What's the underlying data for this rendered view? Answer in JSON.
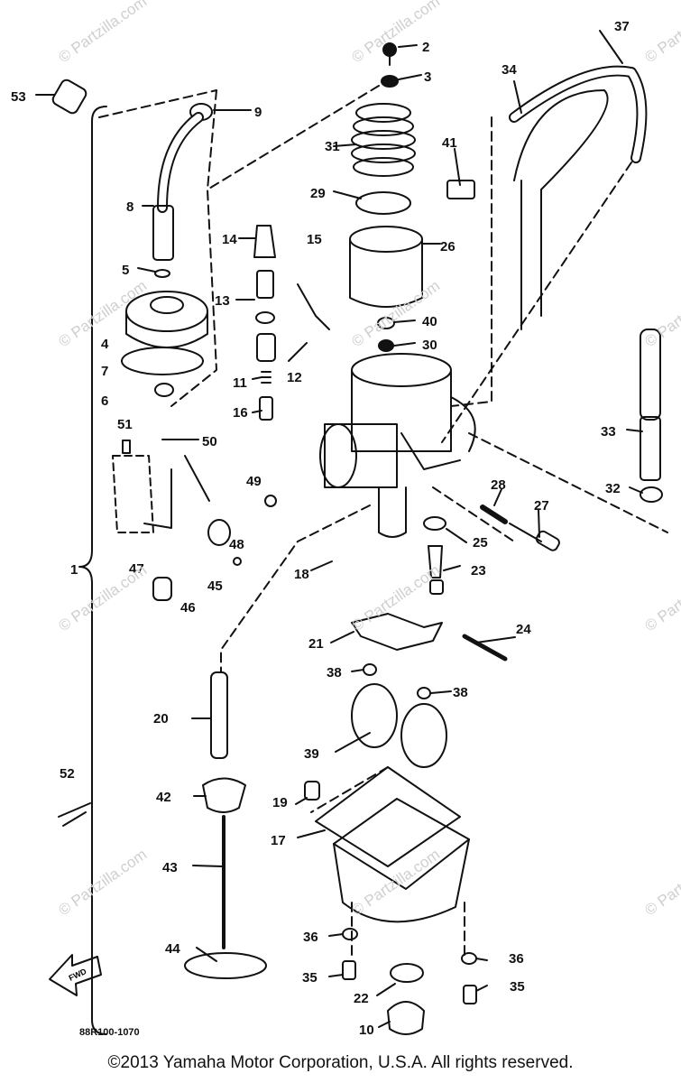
{
  "drawing_code": "88R100-1070",
  "copyright": "©2013  Yamaha Motor Corporation, U.S.A. All rights reserved.",
  "watermark": "© Partzilla.com",
  "fwd_label": "FWD",
  "callouts": [
    "1",
    "2",
    "3",
    "4",
    "5",
    "6",
    "7",
    "8",
    "9",
    "10",
    "11",
    "12",
    "13",
    "14",
    "15",
    "16",
    "17",
    "18",
    "19",
    "20",
    "21",
    "22",
    "23",
    "24",
    "25",
    "26",
    "27",
    "28",
    "29",
    "30",
    "31",
    "32",
    "33",
    "34",
    "35",
    "35",
    "36",
    "36",
    "37",
    "38",
    "38",
    "39",
    "40",
    "41",
    "42",
    "43",
    "44",
    "45",
    "46",
    "47",
    "48",
    "49",
    "50",
    "51",
    "52",
    "53"
  ]
}
